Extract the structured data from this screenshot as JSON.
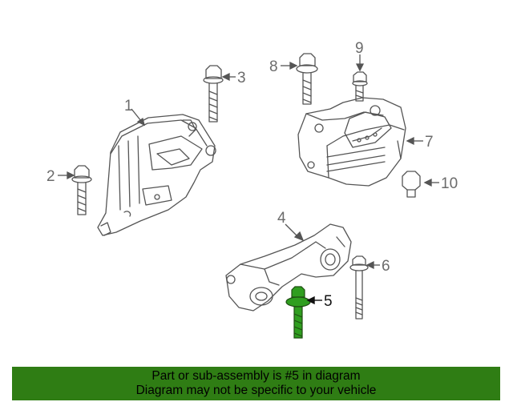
{
  "diagram": {
    "callouts": [
      "1",
      "2",
      "3",
      "4",
      "5",
      "6",
      "7",
      "8",
      "9",
      "10"
    ],
    "highlighted_part": "5",
    "highlight_color": "#2f9e1f",
    "line_color": "#555555"
  },
  "banner": {
    "line1": "Part or sub-assembly is #5 in diagram",
    "line2": "Diagram may not be specific to your vehicle",
    "background": "#2f7d14"
  }
}
